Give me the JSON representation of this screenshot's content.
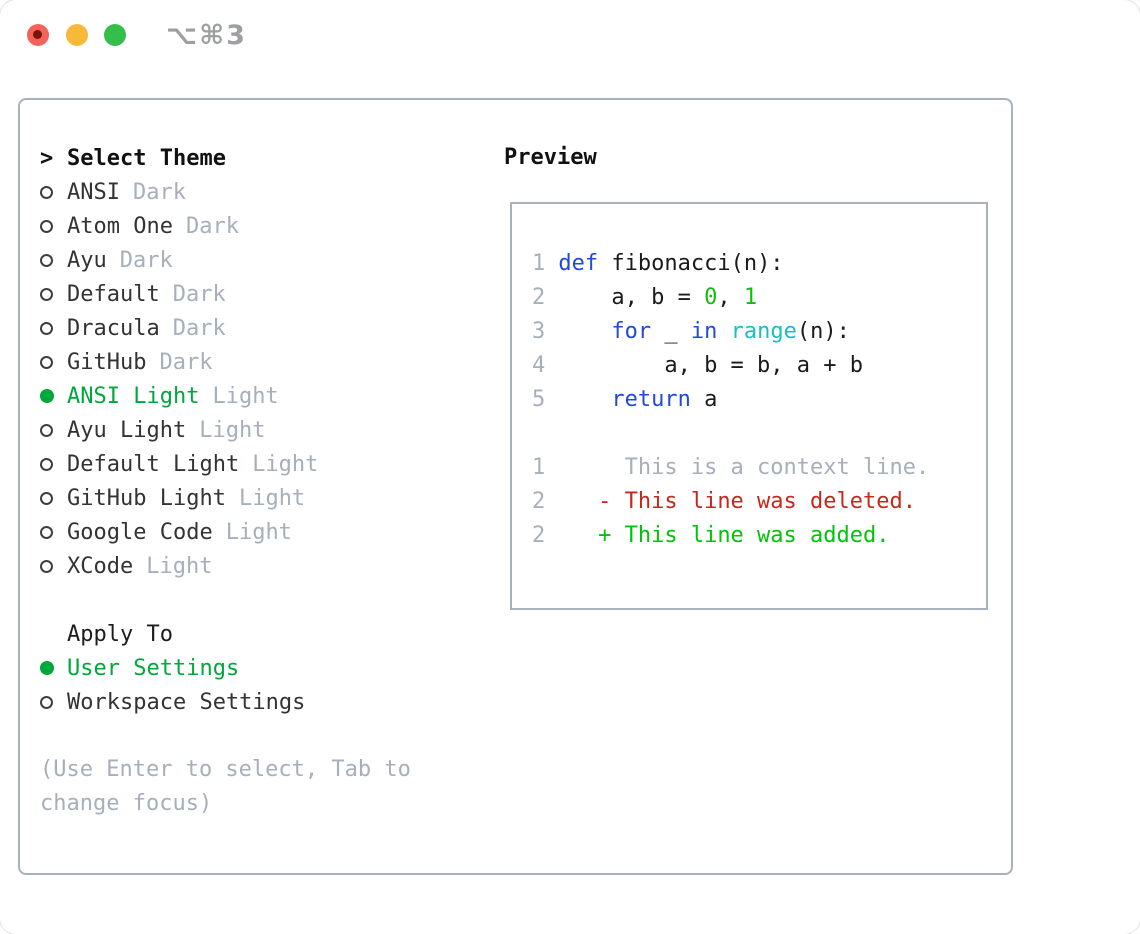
{
  "titlebar": {
    "shortcut": "⌥⌘3",
    "traffic_lights": [
      "close",
      "minimize",
      "zoom"
    ],
    "colors": {
      "close": "#f4635a",
      "close_inner_dot": "#7a140c",
      "minimize": "#f6ba3a",
      "zoom": "#33bf49",
      "shortcut_text": "#9d9fa2"
    }
  },
  "theme_picker": {
    "prompt": ">",
    "title": "Select Theme",
    "items": [
      {
        "name": "ANSI",
        "tag": "Dark",
        "selected": false
      },
      {
        "name": "Atom One",
        "tag": "Dark",
        "selected": false
      },
      {
        "name": "Ayu",
        "tag": "Dark",
        "selected": false
      },
      {
        "name": "Default",
        "tag": "Dark",
        "selected": false
      },
      {
        "name": "Dracula",
        "tag": "Dark",
        "selected": false
      },
      {
        "name": "GitHub",
        "tag": "Dark",
        "selected": false
      },
      {
        "name": "ANSI Light",
        "tag": "Light",
        "selected": true
      },
      {
        "name": "Ayu Light",
        "tag": "Light",
        "selected": false
      },
      {
        "name": "Default Light",
        "tag": "Light",
        "selected": false
      },
      {
        "name": "GitHub Light",
        "tag": "Light",
        "selected": false
      },
      {
        "name": "Google Code",
        "tag": "Light",
        "selected": false
      },
      {
        "name": "XCode",
        "tag": "Light",
        "selected": false
      }
    ],
    "apply_to": {
      "title": "Apply To",
      "options": [
        {
          "label": "User Settings",
          "selected": true
        },
        {
          "label": "Workspace Settings",
          "selected": false
        }
      ]
    },
    "hint_line1": "(Use Enter to select, Tab to",
    "hint_line2": "change focus)"
  },
  "preview": {
    "title": "Preview",
    "code_lines": [
      {
        "num": "1",
        "tokens": [
          {
            "text": "def",
            "color": "keyword"
          },
          {
            "text": " fibonacci(n):",
            "color": "fg"
          }
        ]
      },
      {
        "num": "2",
        "tokens": [
          {
            "text": "    a, b = ",
            "color": "fg"
          },
          {
            "text": "0",
            "color": "number"
          },
          {
            "text": ", ",
            "color": "fg"
          },
          {
            "text": "1",
            "color": "number"
          }
        ]
      },
      {
        "num": "3",
        "tokens": [
          {
            "text": "    ",
            "color": "fg"
          },
          {
            "text": "for",
            "color": "keyword"
          },
          {
            "text": " _ ",
            "color": "fg"
          },
          {
            "text": "in",
            "color": "keyword"
          },
          {
            "text": " ",
            "color": "fg"
          },
          {
            "text": "range",
            "color": "function"
          },
          {
            "text": "(n):",
            "color": "fg"
          }
        ]
      },
      {
        "num": "4",
        "tokens": [
          {
            "text": "        a, b = b, a + b",
            "color": "fg"
          }
        ]
      },
      {
        "num": "5",
        "tokens": [
          {
            "text": "    ",
            "color": "fg"
          },
          {
            "text": "return",
            "color": "keyword"
          },
          {
            "text": " a",
            "color": "fg"
          }
        ]
      },
      {
        "num": "",
        "tokens": []
      },
      {
        "num": "1",
        "tokens": [
          {
            "text": "     This is a context line.",
            "color": "context"
          }
        ]
      },
      {
        "num": "2",
        "tokens": [
          {
            "text": "   - This line was deleted.",
            "color": "deleted"
          }
        ]
      },
      {
        "num": "2",
        "tokens": [
          {
            "text": "   + This line was added.",
            "color": "added"
          }
        ]
      }
    ]
  },
  "palette": {
    "accent_green": "#00a83c",
    "panel_border": "#a9b1bb",
    "muted_gray": "#a6afba",
    "dark_text": "#333333",
    "heading_text": "#111111",
    "code_fg": "#1a1a1a",
    "code_keyword": "#2149db",
    "code_function": "#18bfc7",
    "code_number": "#12bd12",
    "diff_context": "#a6afba",
    "diff_deleted": "#c6281c",
    "diff_added": "#00c40a",
    "line_number": "#a6afba"
  }
}
